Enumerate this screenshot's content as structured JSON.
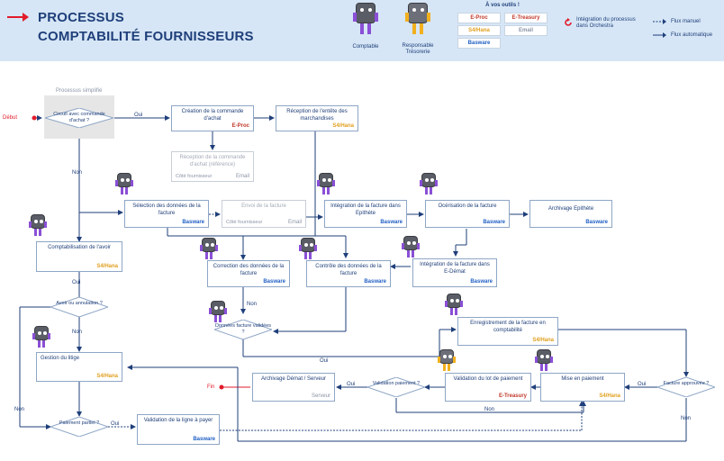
{
  "header": {
    "title_line1": "PROCESSUS",
    "title_line2": "COMPTABILITÉ FOURNISSEURS",
    "role_comptable": "Comptable",
    "role_resp": "Responsable Trésorerie",
    "tools_title": "À vos outils !",
    "tools": [
      "E-Proc",
      "E-Treasury",
      "S4/Hana",
      "Email",
      "Basware"
    ],
    "legend_orchestra": "Intégration du processus dans Orchestra",
    "legend_manual": "Flux manuel",
    "legend_auto": "Flux automatique"
  },
  "diagram": {
    "group_label": "Processus simplifié",
    "start": "Début",
    "end": "Fin",
    "decisions": {
      "circuit": "Circuit avec commande d'achat ?",
      "avoir": "Avoir ou annulation ?",
      "paiement_partiel": "Paiement partiel ?",
      "donnees": "Données facture validées ?",
      "validation_paiement": "Validation paiement ?",
      "facture_approuvee": "Facture approuvée ?"
    },
    "boxes": {
      "creation": {
        "text": "Création de la commande d'achat",
        "tag": "E-Proc"
      },
      "reception_entete": {
        "text": "Réception de l'entête des marchandises",
        "tag": "S4/Hana"
      },
      "reception_cmd": {
        "text": "Réception de la commande d'achat (référence)",
        "left": "Côté fournisseur",
        "tag": "Email"
      },
      "selection": {
        "text": "Sélection des données de la facture",
        "tag": "Basware"
      },
      "envoi": {
        "text": "Envoi de la facture",
        "left": "Côté fournisseur",
        "tag": "Email"
      },
      "integration_epithete": {
        "text": "Intégration de la facture dans Epithète",
        "tag": "Basware"
      },
      "ocerisation": {
        "text": "Océrisation de la facture",
        "tag": "Basware"
      },
      "archivage_epithete": {
        "text": "Archivage Epithète",
        "tag": "Basware"
      },
      "comptabilisation_avoir": {
        "text": "Comptabilisation de l'avoir",
        "tag": "S4/Hana"
      },
      "correction": {
        "text": "Correction des données de la facture",
        "tag": "Basware"
      },
      "controle": {
        "text": "Contrôle des données de la facture",
        "tag": "Basware"
      },
      "integration_edemat": {
        "text": "Intégration de la facture dans E-Démat",
        "tag": "Basware"
      },
      "enregistrement": {
        "text": "Enregistrement de la facture en comptabilité",
        "tag": "S4/Hana"
      },
      "gestion_litige": {
        "text": "Gestion du litige",
        "tag": "S4/Hana"
      },
      "archivage_demat": {
        "text": "Archivage Démat / Serveur",
        "tag": "Serveur"
      },
      "validation_lot": {
        "text": "Validation du lot de paiement",
        "tag": "E-Treasury"
      },
      "mise_paiement": {
        "text": "Mise en paiement",
        "tag": "S4/Hana"
      },
      "validation_ligne": {
        "text": "Validation de la ligne à payer",
        "tag": "Basware"
      }
    },
    "labels": {
      "oui": "Oui",
      "non": "Non"
    }
  },
  "colors": {
    "header_bg": "#d6e6f6",
    "title": "#1f3f7a",
    "basware": "#1f5fc4",
    "s4": "#e0a020",
    "red": "#e21b2b",
    "line": "#1f3f7a"
  }
}
